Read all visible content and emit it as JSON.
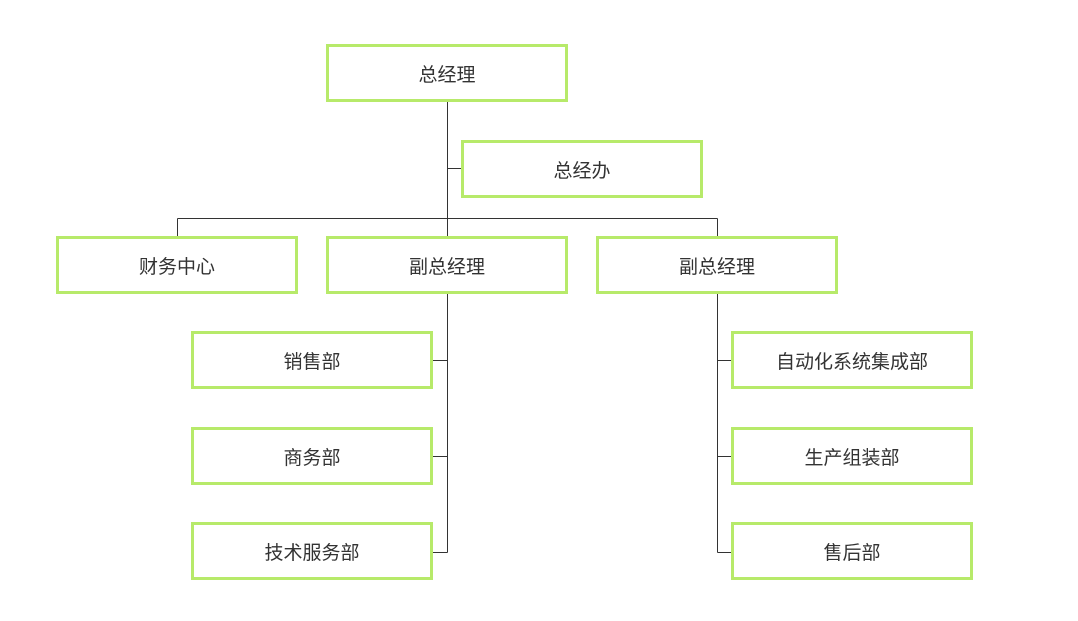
{
  "org_chart": {
    "root": {
      "label": "总经理"
    },
    "office": {
      "label": "总经办"
    },
    "finance": {
      "label": "财务中心"
    },
    "vp_left": {
      "label": "副总经理",
      "children": [
        {
          "label": "销售部"
        },
        {
          "label": "商务部"
        },
        {
          "label": "技术服务部"
        }
      ]
    },
    "vp_right": {
      "label": "副总经理",
      "children": [
        {
          "label": "自动化系统集成部"
        },
        {
          "label": "生产组装部"
        },
        {
          "label": "售后部"
        }
      ]
    }
  },
  "colors": {
    "box_border": "#b7ea6a",
    "connector": "#333333",
    "text": "#333333"
  }
}
